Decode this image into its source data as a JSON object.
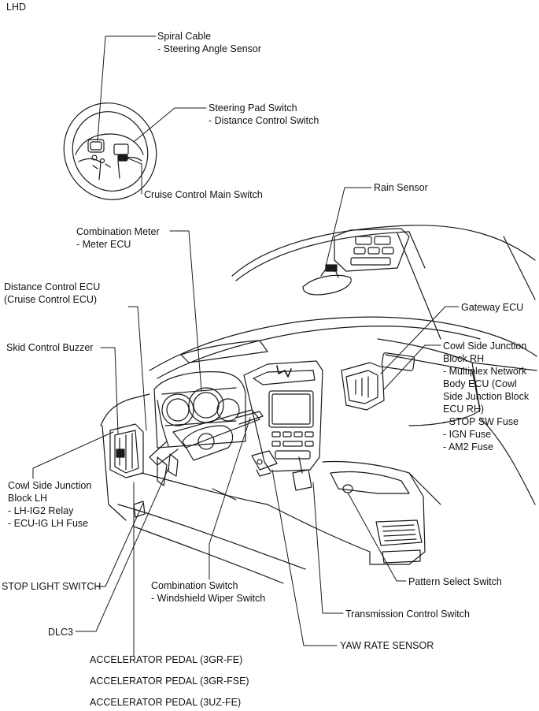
{
  "corner": "LHD",
  "labels": {
    "spiral_cable": [
      "Spiral Cable",
      "- Steering Angle Sensor"
    ],
    "steering_pad": [
      "Steering Pad Switch",
      "- Distance Control Switch"
    ],
    "cruise_main": [
      "Cruise Control Main Switch"
    ],
    "rain_sensor": [
      "Rain Sensor"
    ],
    "combination_meter": [
      "Combination Meter",
      "- Meter ECU"
    ],
    "distance_control_ecu": [
      "Distance Control ECU",
      "(Cruise Control ECU)"
    ],
    "gateway_ecu": [
      "Gateway ECU"
    ],
    "skid_buzzer": [
      "Skid Control Buzzer"
    ],
    "cowl_rh": [
      "Cowl Side Junction",
      "Block RH",
      "- Multiplex Network",
      "Body ECU (Cowl",
      "Side Junction Block",
      "ECU RH)",
      "- STOP SW Fuse",
      "- IGN Fuse",
      "- AM2 Fuse"
    ],
    "cowl_lh": [
      "Cowl Side Junction",
      "Block LH",
      "- LH-IG2 Relay",
      "- ECU-IG LH Fuse"
    ],
    "stop_light": [
      "STOP LIGHT SWITCH"
    ],
    "combination_switch": [
      "Combination Switch",
      "- Windshield Wiper Switch"
    ],
    "pattern_select": [
      "Pattern Select Switch"
    ],
    "transmission": [
      "Transmission Control Switch"
    ],
    "dlc3": [
      "DLC3"
    ],
    "yaw_rate": [
      "YAW RATE SENSOR"
    ],
    "accel_1": [
      "ACCELERATOR PEDAL  (3GR-FE)"
    ],
    "accel_2": [
      "ACCELERATOR PEDAL  (3GR-FSE)"
    ],
    "accel_3": [
      "ACCELERATOR PEDAL  (3UZ-FE)"
    ]
  }
}
